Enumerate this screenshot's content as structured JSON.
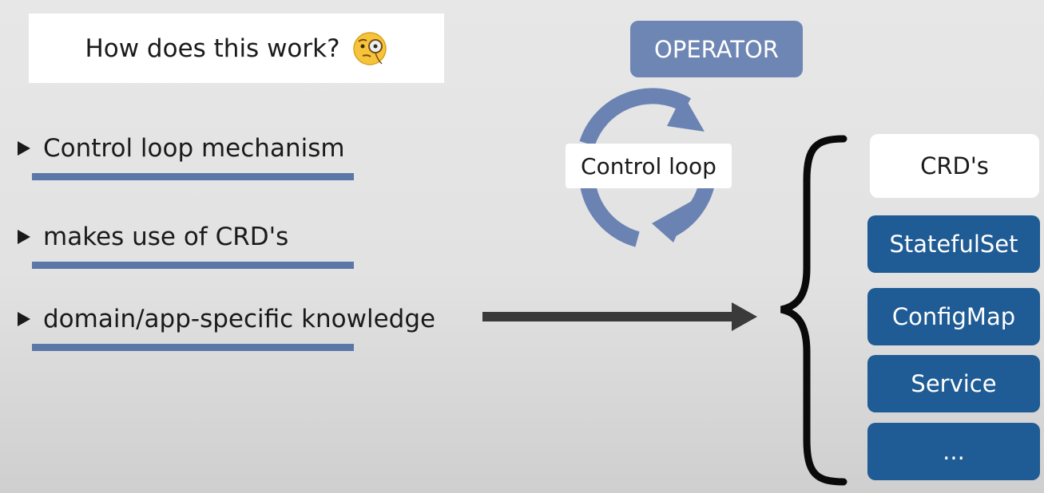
{
  "title": {
    "text": "How does this work?",
    "emoji": "monocle-face-icon"
  },
  "bullets": [
    {
      "text": "Control loop mechanism"
    },
    {
      "text": "makes use of CRD's"
    },
    {
      "text": "domain/app-specific knowledge"
    }
  ],
  "operator": {
    "label": "OPERATOR"
  },
  "control_loop": {
    "label": "Control loop"
  },
  "crds": {
    "label": "CRD's"
  },
  "resources": [
    {
      "label": "StatefulSet"
    },
    {
      "label": "ConfigMap"
    },
    {
      "label": "Service"
    },
    {
      "label": "..."
    }
  ],
  "colors": {
    "underline": "#5b77a8",
    "operator": "#6e86b4",
    "loop_arrow": "#6b83b3",
    "resource": "#1f5b94",
    "main_arrow": "#3a3a3a"
  }
}
